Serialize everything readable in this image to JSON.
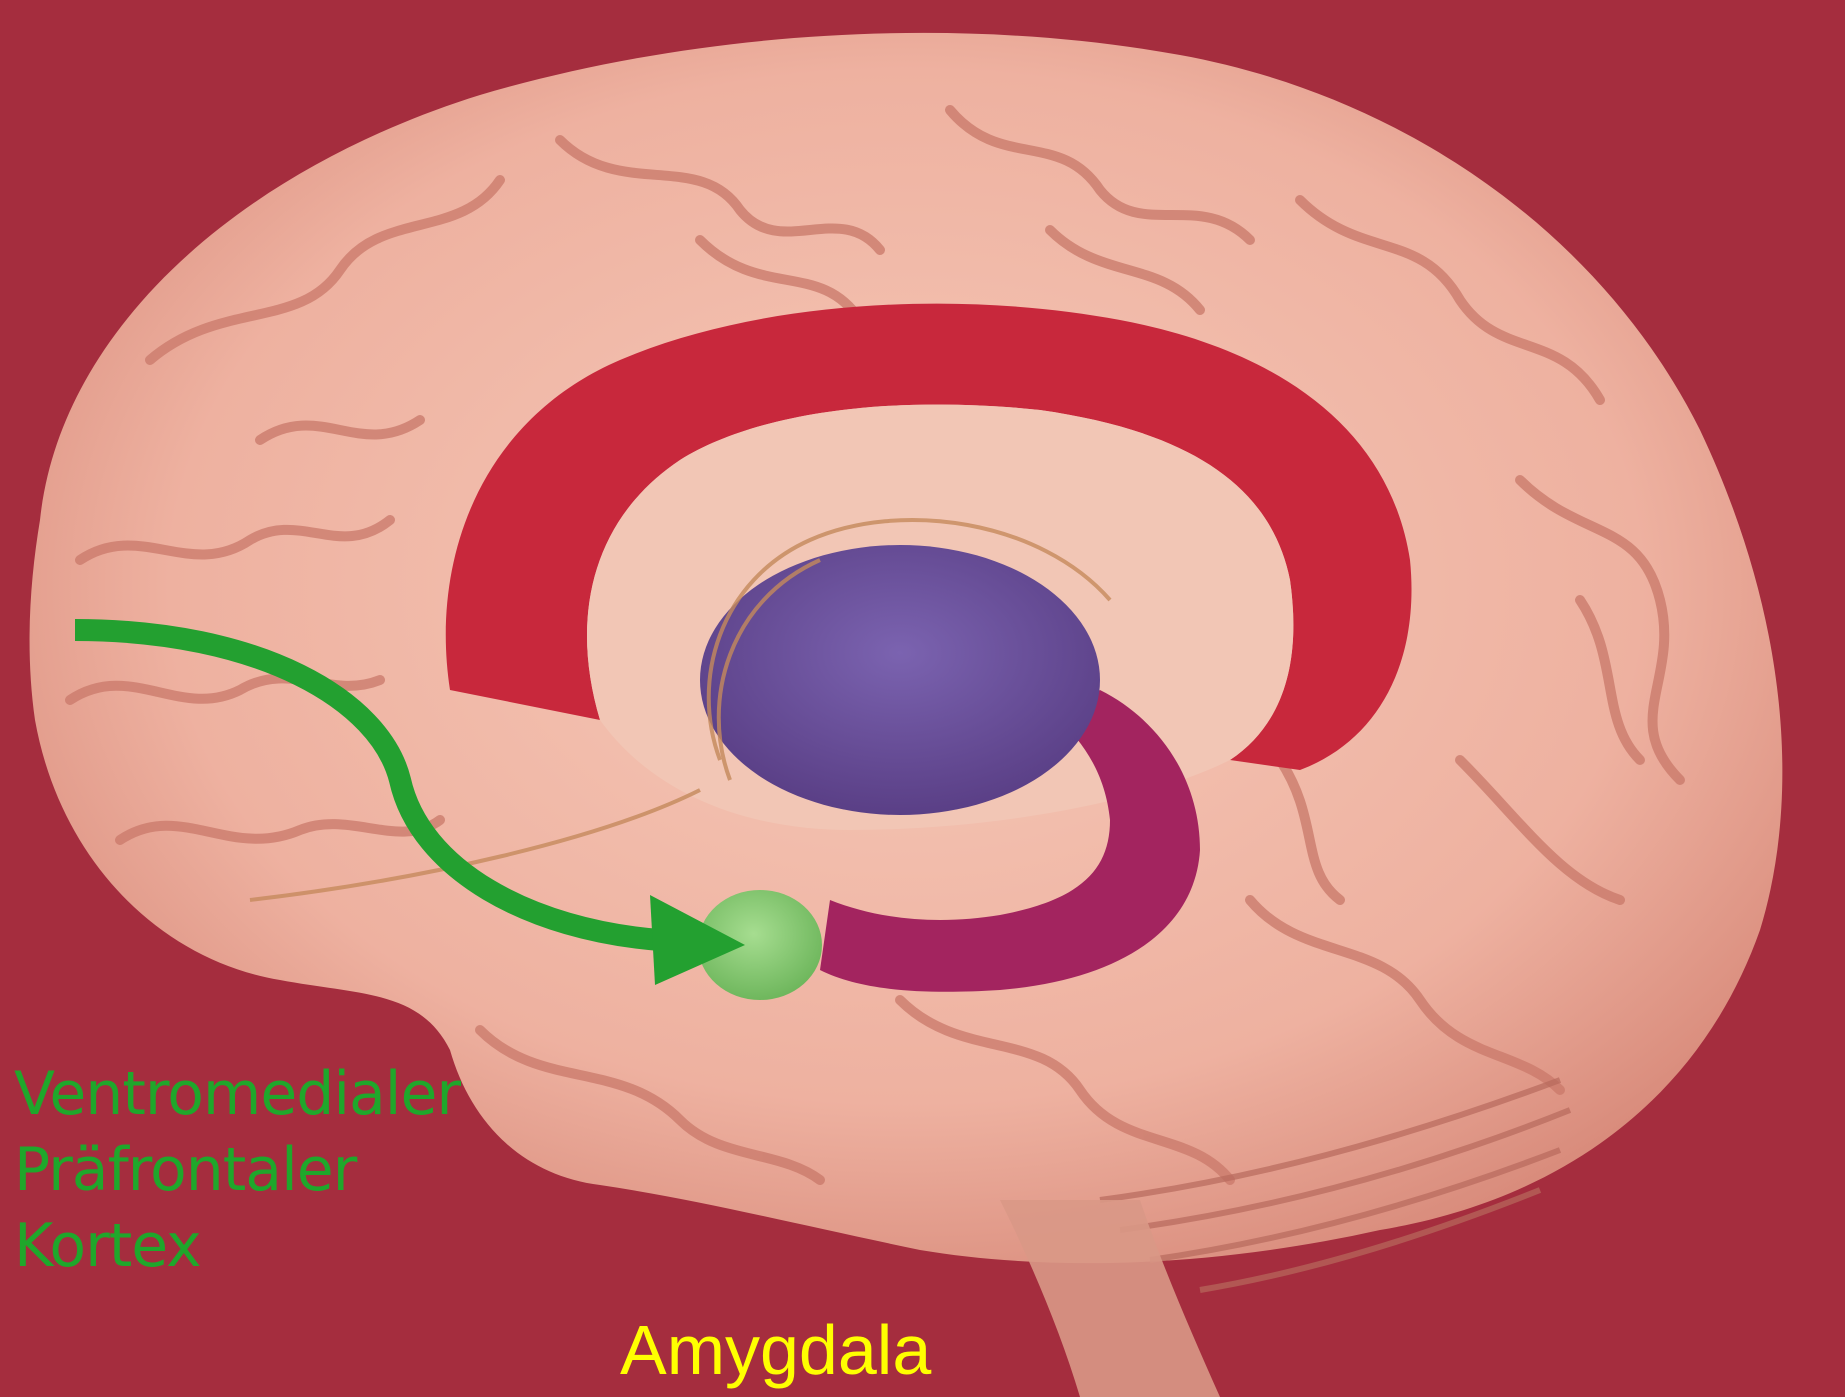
{
  "background_color": "#a52d3e",
  "illustration": {
    "subject": "brain-medial-view-icon",
    "colors": {
      "cortex": "#eeb1a0",
      "cingulate": "#c8283c",
      "thalamus": "#6b4f9a",
      "hippocampus": "#a3245f",
      "amygdala": "#8ecf78",
      "arrow": "#23a030"
    }
  },
  "labels": {
    "vmpfc_lines": [
      "Ventromedialer",
      "Präfrontaler",
      "Kortex"
    ],
    "amygdala": "Amygdala"
  },
  "label_colors": {
    "vmpfc": "#1fa72b",
    "amygdala": "#ffff00"
  }
}
